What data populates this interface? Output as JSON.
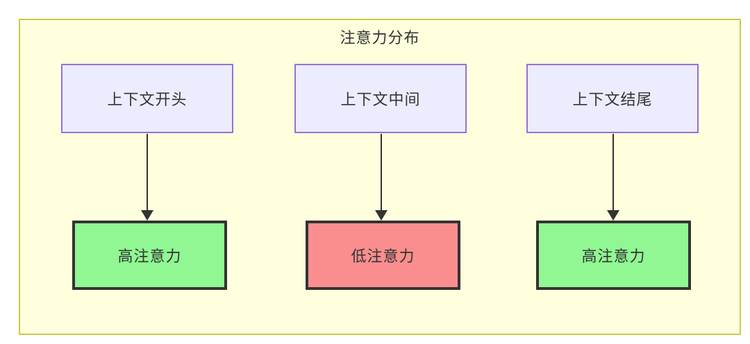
{
  "diagram": {
    "title": "注意力分布",
    "background_color": "#ffffde",
    "border_color": "#ccc94c",
    "columns": [
      {
        "source": {
          "label": "上下文开头",
          "fill": "#ececff",
          "stroke": "#9370db"
        },
        "target": {
          "label": "高注意力",
          "fill": "#90f792",
          "stroke": "#333333",
          "level": "high"
        }
      },
      {
        "source": {
          "label": "上下文中间",
          "fill": "#ececff",
          "stroke": "#9370db"
        },
        "target": {
          "label": "低注意力",
          "fill": "#fa8e8e",
          "stroke": "#333333",
          "level": "low"
        }
      },
      {
        "source": {
          "label": "上下文结尾",
          "fill": "#ececff",
          "stroke": "#9370db"
        },
        "target": {
          "label": "高注意力",
          "fill": "#90f792",
          "stroke": "#333333",
          "level": "high"
        }
      }
    ],
    "edges": [
      {
        "from": "上下文开头",
        "to": "高注意力",
        "arrow": "down"
      },
      {
        "from": "上下文中间",
        "to": "低注意力",
        "arrow": "down"
      },
      {
        "from": "上下文结尾",
        "to": "高注意力",
        "arrow": "down"
      }
    ]
  }
}
